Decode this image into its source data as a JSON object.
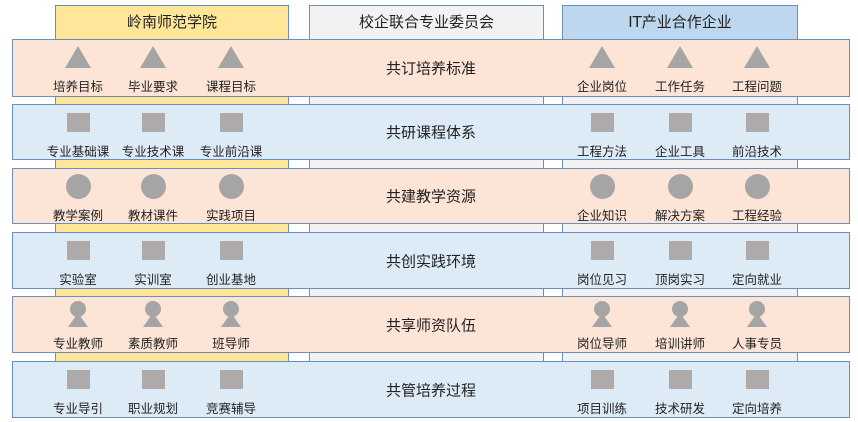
{
  "columns": [
    {
      "label": "岭南师范学院"
    },
    {
      "label": "校企联合专业委员会"
    },
    {
      "label": "IT产业合作企业"
    }
  ],
  "rows": [
    {
      "title": "共订培养标准",
      "icon": "triangle",
      "left": [
        "培养目标",
        "毕业要求",
        "课程目标"
      ],
      "right": [
        "企业岗位",
        "工作任务",
        "工程问题"
      ]
    },
    {
      "title": "共研课程体系",
      "icon": "square",
      "left": [
        "专业基础课",
        "专业技术课",
        "专业前沿课"
      ],
      "right": [
        "工程方法",
        "企业工具",
        "前沿技术"
      ]
    },
    {
      "title": "共建教学资源",
      "icon": "circle",
      "left": [
        "教学案例",
        "教材课件",
        "实践项目"
      ],
      "right": [
        "企业知识",
        "解决方案",
        "工程经验"
      ]
    },
    {
      "title": "共创实践环境",
      "icon": "square",
      "left": [
        "实验室",
        "实训室",
        "创业基地"
      ],
      "right": [
        "岗位见习",
        "顶岗实习",
        "定向就业"
      ]
    },
    {
      "title": "共享师资队伍",
      "icon": "person",
      "left": [
        "专业教师",
        "素质教师",
        "班导师"
      ],
      "right": [
        "岗位导师",
        "培训讲师",
        "人事专员"
      ]
    },
    {
      "title": "共管培养过程",
      "icon": "square",
      "left": [
        "专业导引",
        "职业规划",
        "竞赛辅导"
      ],
      "right": [
        "项目训练",
        "技术研发",
        "定向培养"
      ]
    }
  ]
}
